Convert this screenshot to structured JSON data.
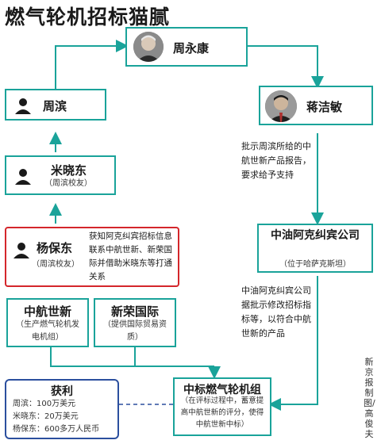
{
  "title": "燃气轮机招标猫腻",
  "nodes": {
    "zhou_yongkang": {
      "name": "周永康"
    },
    "zhou_bin": {
      "name": "周滨"
    },
    "jiang_jiemin": {
      "name": "蒋洁敏"
    },
    "mi_xiaodong": {
      "name": "米晓东",
      "note": "（周滨校友）"
    },
    "yang_baodong": {
      "name": "杨保东",
      "note": "（周滨校友）",
      "desc": "获知阿克纠宾招标信息联系中航世新、新荣国际并借助米晓东等打通关系"
    },
    "zhonghang": {
      "name": "中航世新",
      "note": "（生产燃气轮机发电机组）"
    },
    "xinrong": {
      "name": "新荣国际",
      "note": "（提供国际贸易资质）"
    },
    "cnpc_akb": {
      "name": "中油阿克纠宾公司",
      "note": "（位于哈萨克斯坦）"
    },
    "bid_win": {
      "name": "中标燃气轮机组",
      "note": "（在评标过程中，蓄意提高中航世新的评分，使得中航世新中标）"
    },
    "profit": {
      "name": "获利",
      "items": [
        "周滨：100万美元",
        "米晓东：20万美元",
        "杨保东：600多万人民币"
      ]
    }
  },
  "edge_labels": {
    "jiang_to_cnpc": "批示周滨所给的中航世新产品报告，要求给予支持",
    "cnpc_to_bid": "中油阿克纠宾公司据批示修改招标指标等，以符合中航世新的产品"
  },
  "credit": "新京报制图/高俊夫",
  "colors": {
    "teal": "#1aa39a",
    "red": "#d4262b",
    "blue": "#2b4f9e"
  },
  "icons": {
    "person": "person-silhouette-icon"
  }
}
